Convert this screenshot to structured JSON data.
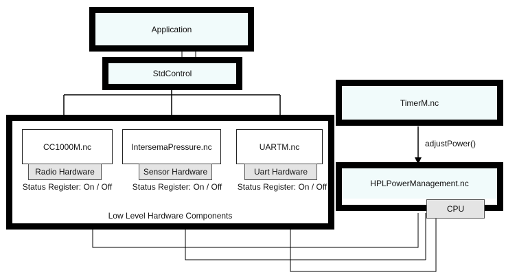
{
  "application": {
    "label": "Application"
  },
  "stdcontrol": {
    "label": "StdControl"
  },
  "timer": {
    "label": "TimerM.nc"
  },
  "adjust_power": {
    "label": "adjustPower()"
  },
  "hpl": {
    "label": "HPLPowerManagement.nc",
    "cpu_label": "CPU"
  },
  "low_level": {
    "label": "Low Level Hardware Components",
    "components": [
      {
        "name": "CC1000M.nc",
        "hardware": "Radio Hardware",
        "status": "Status Register: On / Off"
      },
      {
        "name": "IntersemaPressure.nc",
        "hardware": "Sensor Hardware",
        "status": "Status Register: On / Off"
      },
      {
        "name": "UARTM.nc",
        "hardware": "Uart Hardware",
        "status": "Status Register: On / Off"
      }
    ]
  },
  "colors": {
    "border": "#000000",
    "box_fill": "#f1fbfb",
    "hardware_fill": "#e4e4e4"
  }
}
